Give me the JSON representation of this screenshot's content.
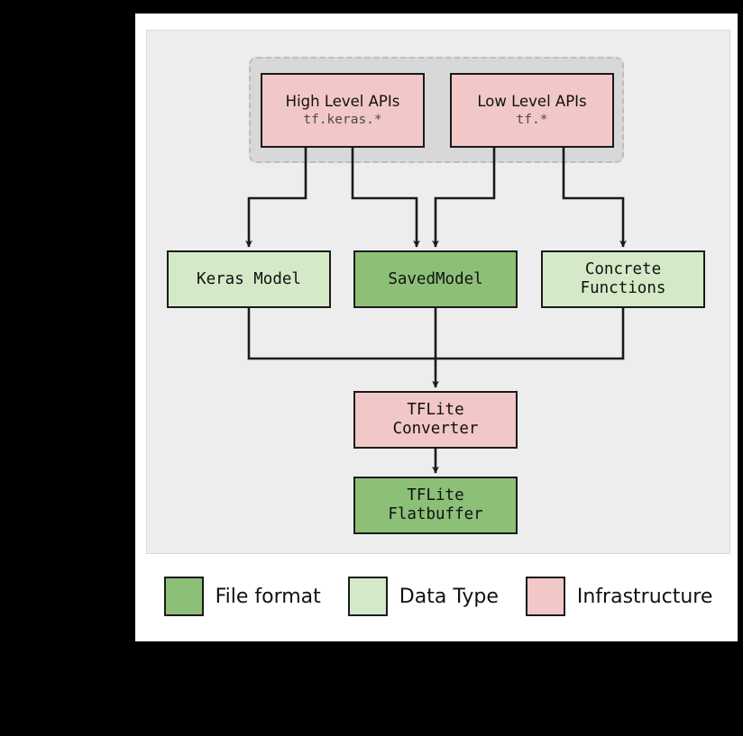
{
  "diagram": {
    "colors": {
      "infrastructure": "#f2c7c7",
      "data_type": "#d4e9c7",
      "file_format": "#8cc077",
      "panel_background": "#ededed",
      "group_background": "#d8d8d8",
      "stroke": "#1a1a1a"
    },
    "nodes": [
      {
        "id": "high-level-apis",
        "title": "High Level APIs",
        "subtitle": "tf.keras.*",
        "category": "Infrastructure"
      },
      {
        "id": "low-level-apis",
        "title": "Low Level APIs",
        "subtitle": "tf.*",
        "category": "Infrastructure"
      },
      {
        "id": "keras-model",
        "title": "Keras Model",
        "category": "Data Type"
      },
      {
        "id": "savedmodel",
        "title": "SavedModel",
        "category": "File format"
      },
      {
        "id": "concrete-functions",
        "title_line1": "Concrete",
        "title_line2": "Functions",
        "category": "Data Type"
      },
      {
        "id": "tflite-converter",
        "title_line1": "TFLite",
        "title_line2": "Converter",
        "category": "Infrastructure"
      },
      {
        "id": "tflite-flatbuffer",
        "title_line1": "TFLite",
        "title_line2": "Flatbuffer",
        "category": "File format"
      }
    ],
    "legend": [
      {
        "label": "File format",
        "color": "#8cc077"
      },
      {
        "label": "Data Type",
        "color": "#d4e9c7"
      },
      {
        "label": "Infrastructure",
        "color": "#f2c7c7"
      }
    ],
    "edges": [
      {
        "from": "high-level-apis",
        "to": "keras-model"
      },
      {
        "from": "high-level-apis",
        "to": "savedmodel"
      },
      {
        "from": "low-level-apis",
        "to": "savedmodel"
      },
      {
        "from": "low-level-apis",
        "to": "concrete-functions"
      },
      {
        "from": "keras-model",
        "to": "tflite-converter"
      },
      {
        "from": "savedmodel",
        "to": "tflite-converter"
      },
      {
        "from": "concrete-functions",
        "to": "tflite-converter"
      },
      {
        "from": "tflite-converter",
        "to": "tflite-flatbuffer"
      }
    ]
  }
}
